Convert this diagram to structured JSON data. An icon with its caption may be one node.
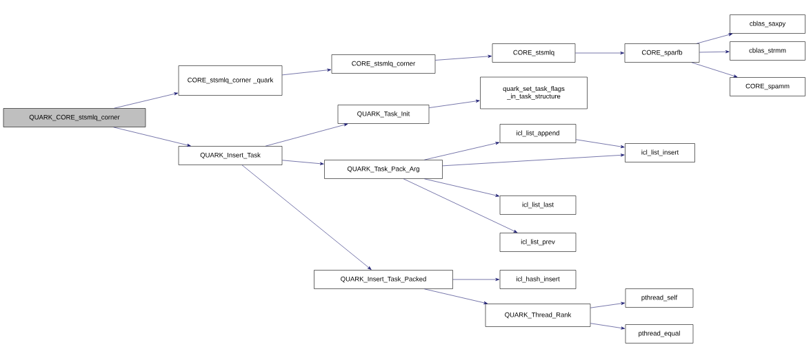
{
  "diagram": {
    "nodes": [
      {
        "text": [
          "QUARK_CORE_stsmlq_corner"
        ]
      },
      {
        "text": [
          "CORE_stsmlq_corner _quark"
        ]
      },
      {
        "text": [
          "CORE_stsmlq_corner"
        ]
      },
      {
        "text": [
          "CORE_stsmlq"
        ]
      },
      {
        "text": [
          "CORE_sparfb"
        ]
      },
      {
        "text": [
          "cblas_saxpy"
        ]
      },
      {
        "text": [
          "cblas_strmm"
        ]
      },
      {
        "text": [
          "CORE_spamm"
        ]
      },
      {
        "text": [
          "QUARK_Insert_Task"
        ]
      },
      {
        "text": [
          "QUARK_Task_Init"
        ]
      },
      {
        "text": [
          "quark_set_task_flags _in_task_structure"
        ]
      },
      {
        "text": [
          "QUARK_Task_Pack_Arg"
        ]
      },
      {
        "text": [
          "icl_list_append"
        ]
      },
      {
        "text": [
          "icl_list_insert"
        ]
      },
      {
        "text": [
          "icl_list_last"
        ]
      },
      {
        "text": [
          "icl_list_prev"
        ]
      },
      {
        "text": [
          "QUARK_Insert_Task_Packed"
        ]
      },
      {
        "text": [
          "icl_hash_insert"
        ]
      },
      {
        "text": [
          "QUARK_Thread_Rank"
        ]
      },
      {
        "text": [
          "pthread_self"
        ]
      },
      {
        "text": [
          "pthread_equal"
        ]
      }
    ],
    "edges": [
      {
        "from": 0,
        "to": 1,
        "arrow": "to"
      },
      {
        "from": 0,
        "to": 8,
        "arrow": "to"
      },
      {
        "from": 1,
        "to": 2,
        "arrow": "to"
      },
      {
        "from": 2,
        "to": 3,
        "arrow": "to"
      },
      {
        "from": 3,
        "to": 4,
        "arrow": "to"
      },
      {
        "from": 4,
        "to": 5,
        "arrow": "to"
      },
      {
        "from": 4,
        "to": 6,
        "arrow": "to"
      },
      {
        "from": 4,
        "to": 7,
        "arrow": "to"
      },
      {
        "from": 8,
        "to": 9,
        "arrow": "to"
      },
      {
        "from": 8,
        "to": 11,
        "arrow": "to"
      },
      {
        "from": 8,
        "to": 16,
        "arrow": "to"
      },
      {
        "from": 9,
        "to": 10,
        "arrow": "to"
      },
      {
        "from": 11,
        "to": 12,
        "arrow": "to"
      },
      {
        "from": 11,
        "to": 13,
        "arrow": "to"
      },
      {
        "from": 11,
        "to": 14,
        "arrow": "to"
      },
      {
        "from": 11,
        "to": 15,
        "arrow": "to"
      },
      {
        "from": 12,
        "to": 13,
        "arrow": "to"
      },
      {
        "from": 16,
        "to": 17,
        "arrow": "to"
      },
      {
        "from": 16,
        "to": 18,
        "arrow": "to"
      },
      {
        "from": 18,
        "to": 19,
        "arrow": "to"
      },
      {
        "from": 18,
        "to": 20,
        "arrow": "to"
      }
    ]
  }
}
